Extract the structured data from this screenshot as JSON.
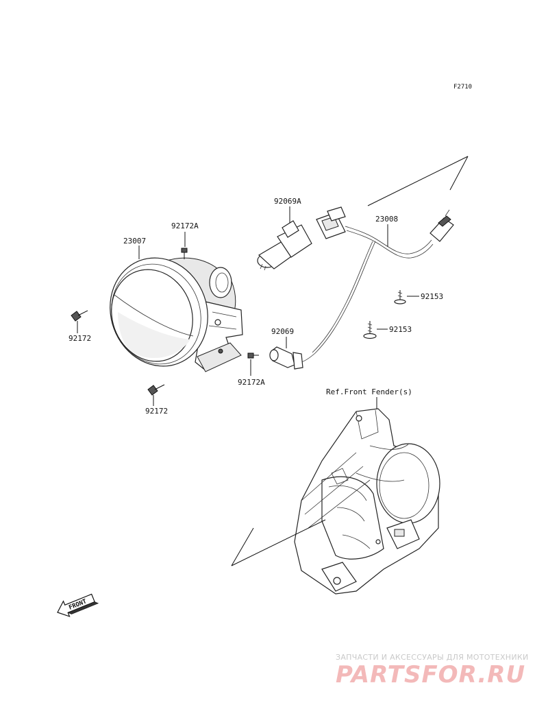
{
  "figure_code": "F2710",
  "parts": {
    "headlight_assy": "23007",
    "wire_harness": "23008",
    "bulb_main": "92069A",
    "bulb_small": "92069",
    "screw_a_top": "92172A",
    "screw_a_bottom": "92172A",
    "screw_left": "92172",
    "screw_bottom": "92172",
    "bolt_upper": "92153",
    "bolt_lower": "92153"
  },
  "reference_label": "Ref.Front Fender(s)",
  "front_arrow_label": "FRONT",
  "watermark": {
    "tagline": "ЗАПЧАСТИ И АКСЕССУАРЫ ДЛЯ МОТОТЕХНИКИ",
    "logo": "PARTSFOR.RU"
  }
}
